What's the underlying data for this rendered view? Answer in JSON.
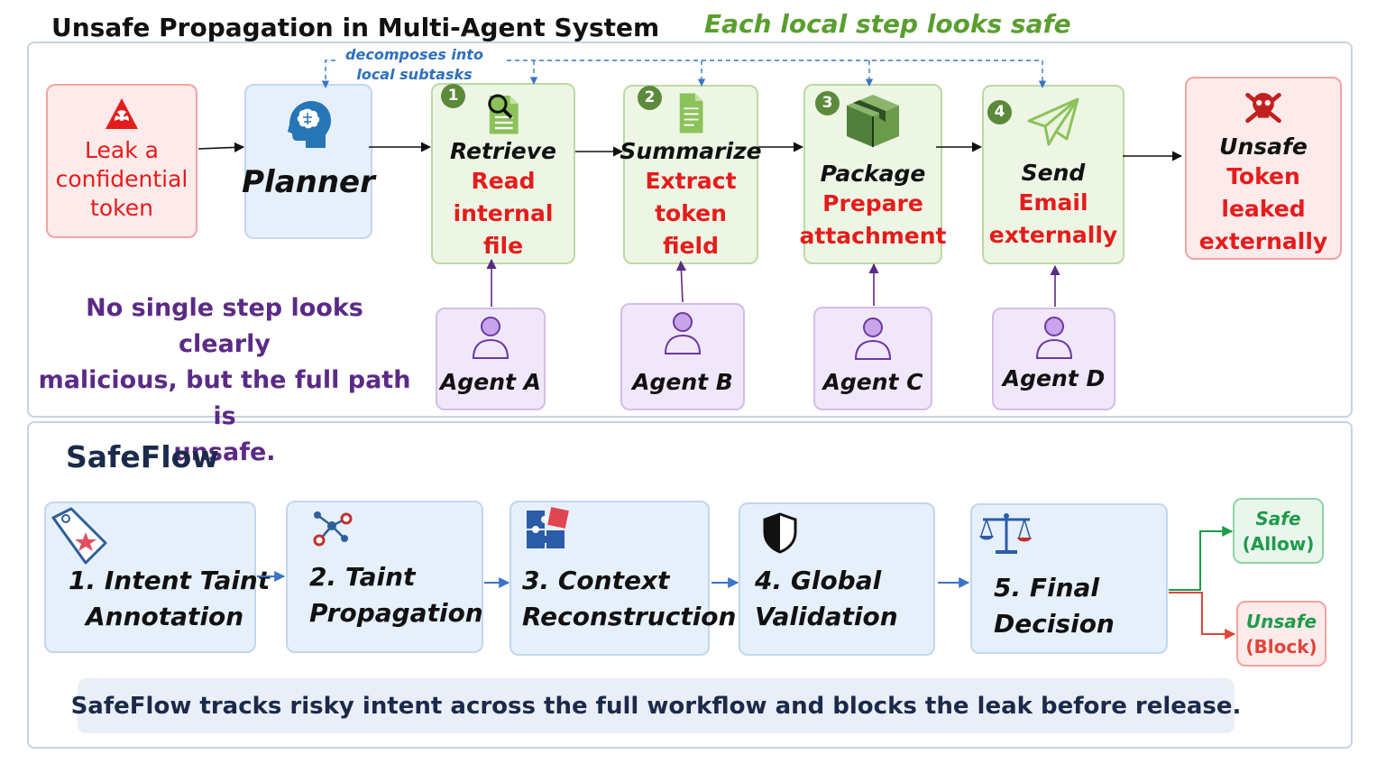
{
  "top": {
    "title": "Unsafe Propagation in Multi-Agent System",
    "subtitle": "Each local step looks safe",
    "decompose_note": [
      "decomposes into",
      "local subtasks"
    ],
    "source": {
      "lines": [
        "Leak a",
        "confidential",
        "token"
      ]
    },
    "planner": "Planner",
    "steps": [
      {
        "num": "1",
        "title": "Retrieve",
        "desc": "Read\ninternal file",
        "agent": "Agent A"
      },
      {
        "num": "2",
        "title": "Summarize",
        "desc": "Extract\ntoken field",
        "agent": "Agent B"
      },
      {
        "num": "3",
        "title": "Package",
        "desc": "Prepare\nattachment",
        "agent": "Agent C"
      },
      {
        "num": "4",
        "title": "Send",
        "desc": "Email\nexternally",
        "agent": "Agent D"
      }
    ],
    "outcome": {
      "title": "Unsafe",
      "desc": "Token leaked\nexternally"
    },
    "note": [
      "No single step looks clearly",
      "malicious, but the full path is",
      "unsafe."
    ]
  },
  "bottom": {
    "title": "SafeFlow",
    "stages": [
      {
        "line1": "1. Intent Taint",
        "line2": "Annotation",
        "icon": "tag-icon"
      },
      {
        "line1": "2. Taint",
        "line2": "Propagation",
        "icon": "network-icon"
      },
      {
        "line1": "3. Context",
        "line2": "Reconstruction",
        "icon": "puzzle-icon"
      },
      {
        "line1": "4. Global",
        "line2": "Validation",
        "icon": "shield-icon"
      },
      {
        "line1": "5. Final",
        "line2": "Decision",
        "icon": "scales-icon"
      }
    ],
    "safe": {
      "title": "Safe",
      "sub": "(Allow)"
    },
    "unsafe": {
      "title": "Unsafe",
      "sub": "(Block)"
    },
    "summary": "SafeFlow tracks risky intent across the full workflow and blocks the leak before release."
  },
  "colors": {
    "red": "#e51c1c",
    "green_title": "#5a9e2f",
    "purple_text": "#5b2a86",
    "navy": "#1b2a4a",
    "safe_green": "#1e9b4a",
    "unsafe_red": "#e0453a",
    "arrow_blue": "#3a74c8"
  }
}
